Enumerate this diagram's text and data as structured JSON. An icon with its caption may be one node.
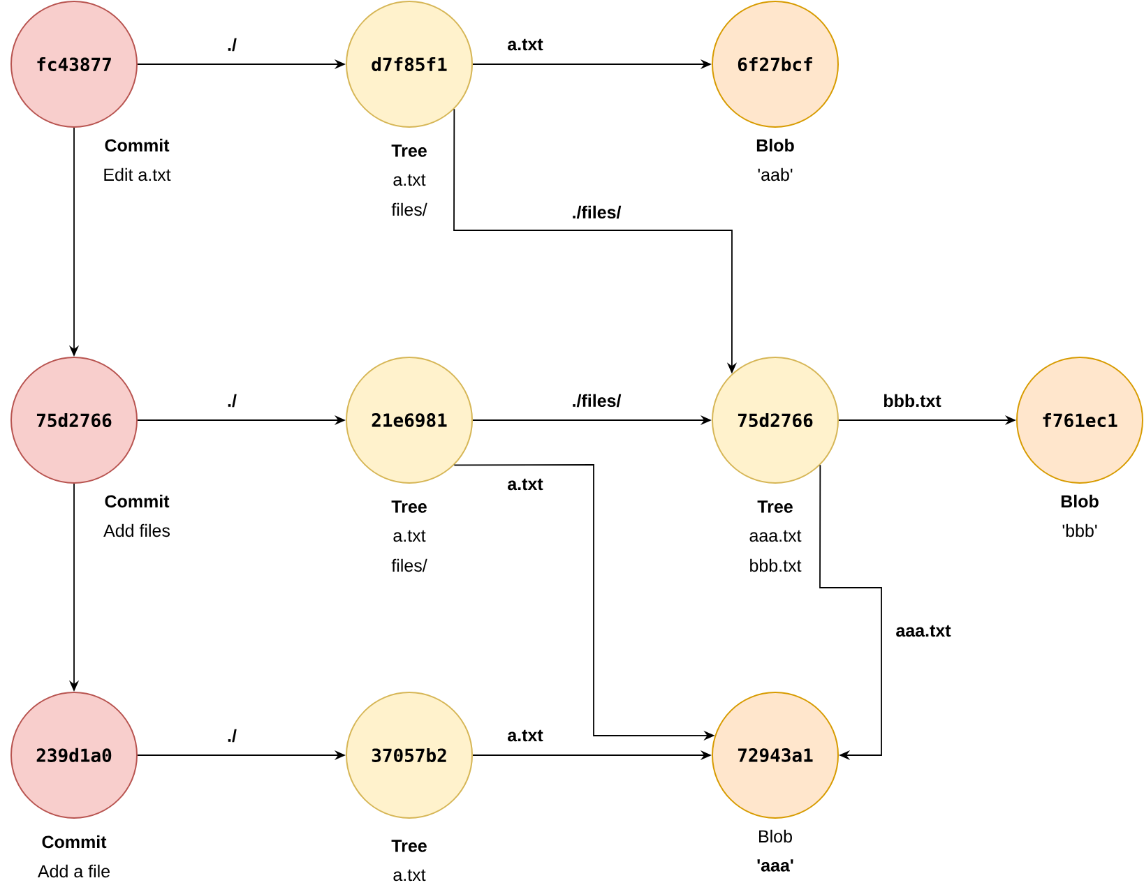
{
  "diagram": {
    "nodes": [
      {
        "text": [
          "fc43877"
        ],
        "beside": [
          "Commit",
          "Edit a.txt"
        ]
      },
      {
        "text": [
          "d7f85f1"
        ],
        "beside": [
          "Tree",
          "a.txt",
          "files/"
        ]
      },
      {
        "text": [
          "6f27bcf"
        ],
        "beside": [
          "Blob",
          "'aab'"
        ]
      },
      {
        "text": [
          "75d2766"
        ],
        "beside": [
          "Commit",
          "Add files"
        ]
      },
      {
        "text": [
          "21e6981"
        ],
        "beside": [
          "Tree",
          "a.txt",
          "files/"
        ]
      },
      {
        "text": [
          "75d2766"
        ],
        "beside": [
          "Tree",
          "aaa.txt",
          "bbb.txt"
        ]
      },
      {
        "text": [
          "f761ec1"
        ],
        "beside": [
          "Blob",
          "'bbb'"
        ]
      },
      {
        "text": [
          "239d1a0"
        ],
        "beside": [
          "Commit",
          "Add a file"
        ]
      },
      {
        "text": [
          "37057b2"
        ],
        "beside": [
          "Tree",
          "a.txt"
        ]
      },
      {
        "text": [
          "72943a1"
        ],
        "beside": [
          "Blob",
          "'aaa'"
        ]
      }
    ],
    "edges": [
      {
        "from": 0,
        "to": 1,
        "arrow": "to",
        "label": "./"
      },
      {
        "from": 1,
        "to": 2,
        "arrow": "to",
        "label": "a.txt"
      },
      {
        "from": 1,
        "to": 5,
        "arrow": "to",
        "label": "./files/"
      },
      {
        "from": 0,
        "to": 3,
        "arrow": "to"
      },
      {
        "from": 3,
        "to": 4,
        "arrow": "to",
        "label": "./"
      },
      {
        "from": 4,
        "to": 5,
        "arrow": "to",
        "label": "./files/"
      },
      {
        "from": 5,
        "to": 6,
        "arrow": "to",
        "label": "bbb.txt"
      },
      {
        "from": 4,
        "to": 9,
        "arrow": "to",
        "label": "a.txt"
      },
      {
        "from": 5,
        "to": 9,
        "arrow": "to",
        "label": "aaa.txt"
      },
      {
        "from": 3,
        "to": 7,
        "arrow": "to"
      },
      {
        "from": 7,
        "to": 8,
        "arrow": "to",
        "label": "./"
      },
      {
        "from": 8,
        "to": 9,
        "arrow": "to",
        "label": "a.txt"
      }
    ]
  }
}
